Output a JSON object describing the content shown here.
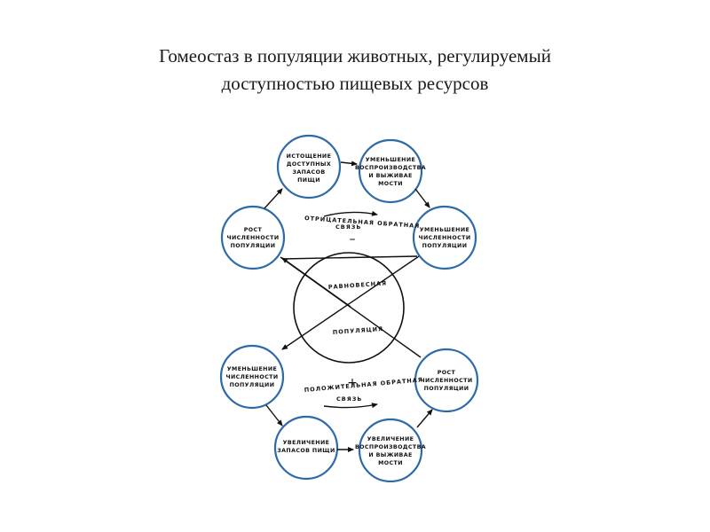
{
  "title": {
    "line1": "Гомеостаз в популяции животных, регулируемый",
    "line2": "доступностью пищевых ресурсов"
  },
  "diagram": {
    "center_top": "РАВНОВЕСНАЯ",
    "center_bottom": "ПОПУЛЯЦИЯ",
    "negative_label": "ОТРИЦАТЕЛЬНАЯ ОБРАТНАЯ СВЯЗЬ",
    "negative_label_line1": "ОТРИЦАТЕЛЬНАЯ  ОБРАТНАЯ",
    "negative_label_line2": "СВЯЗЬ",
    "negative_sign": "–",
    "positive_label_line1": "ПОЛОЖИТЕЛЬНАЯ  ОБРАТНАЯ",
    "positive_label_line2": "СВЯЗЬ",
    "positive_sign": "+",
    "nodes": {
      "depletion": [
        "ИСТОЩЕНИЕ",
        "ДОСТУПНЫХ",
        "ЗАПАСОВ",
        "ПИЩИ"
      ],
      "reduced_reproduction": [
        "УМЕНЬШЕНИЕ",
        "ВОСПРОИЗВОДСТВА",
        "И ВЫЖИВАЕ",
        "МОСТИ"
      ],
      "decline_right": [
        "УМЕНЬШЕНИЕ",
        "ЧИСЛЕННОСТИ",
        "ПОПУЛЯЦИИ"
      ],
      "growth_left": [
        "РОСТ",
        "ЧИСЛЕННОСТИ",
        "ПОПУЛЯЦИИ"
      ],
      "decline_left": [
        "УМЕНЬШЕНИЕ",
        "ЧИСЛЕННОСТИ",
        "ПОПУЛЯЦИИ"
      ],
      "growth_right": [
        "РОСТ",
        "ЧИСЛЕННОСТИ",
        "ПОПУЛЯЦИИ"
      ],
      "food_increase": [
        "УВЕЛИЧЕНИЕ",
        "ЗАПАСОВ ПИЩИ"
      ],
      "increased_reproduction": [
        "УВЕЛИЧЕНИЕ",
        "ВОСПРОИЗВОДСТВА",
        "И ВЫЖИВАЕ",
        "МОСТИ"
      ]
    }
  },
  "colors": {
    "node_stroke": "#2f6aa8",
    "line": "#111111"
  }
}
